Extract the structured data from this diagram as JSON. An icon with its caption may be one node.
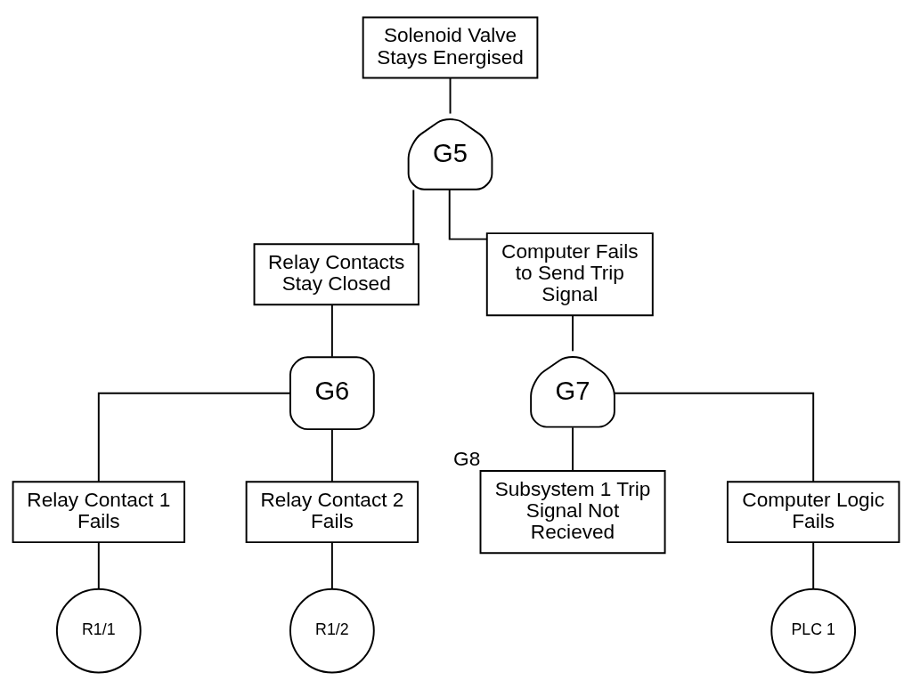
{
  "diagram": {
    "nodes": [
      {
        "text": [
          "Solenoid Valve Stays Energised"
        ]
      },
      {
        "text": [
          "G5"
        ]
      },
      {
        "text": [
          "Relay Contacts Stay Closed"
        ]
      },
      {
        "text": [
          "Computer Fails to Send Trip Signal"
        ]
      },
      {
        "text": [
          "G6"
        ]
      },
      {
        "text": [
          "G7"
        ]
      },
      {
        "text": [
          "Relay Contact 1 Fails"
        ]
      },
      {
        "text": [
          "Relay Contact 2 Fails"
        ]
      },
      {
        "text": [
          "Subsystem 1 Trip Signal Not Recieved"
        ],
        "beside": [
          "G8"
        ]
      },
      {
        "text": [
          "Computer Logic Fails"
        ]
      },
      {
        "text": [
          "R1/1"
        ]
      },
      {
        "text": [
          "R1/2"
        ]
      },
      {
        "text": [
          "PLC 1"
        ]
      }
    ],
    "edges": [
      {
        "from": 0,
        "to": 1,
        "arrow": "none"
      },
      {
        "from": 1,
        "to": 2,
        "arrow": "none"
      },
      {
        "from": 1,
        "to": 3,
        "arrow": "none"
      },
      {
        "from": 2,
        "to": 4,
        "arrow": "none"
      },
      {
        "from": 3,
        "to": 5,
        "arrow": "none"
      },
      {
        "from": 4,
        "to": 6,
        "arrow": "none"
      },
      {
        "from": 4,
        "to": 7,
        "arrow": "none"
      },
      {
        "from": 5,
        "to": 8,
        "arrow": "none"
      },
      {
        "from": 5,
        "to": 9,
        "arrow": "none"
      },
      {
        "from": 6,
        "to": 10,
        "arrow": "none"
      },
      {
        "from": 7,
        "to": 11,
        "arrow": "none"
      },
      {
        "from": 9,
        "to": 12,
        "arrow": "none"
      }
    ]
  }
}
